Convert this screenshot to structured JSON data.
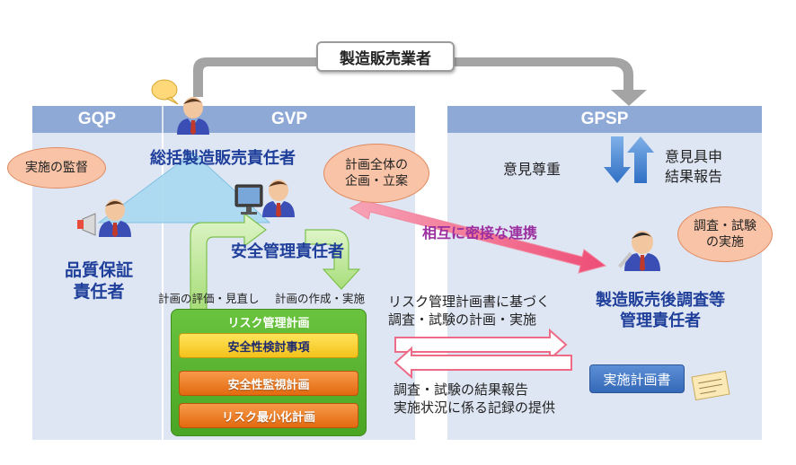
{
  "top": {
    "mah_label": "製造販売業者"
  },
  "headers": {
    "gqp": "GQP",
    "gvp": "GVP",
    "gpsp": "GPSP"
  },
  "bubbles": {
    "supervise": "実施の監督",
    "plan_overall": "計画全体の\n企画・立案",
    "survey_exec": "調査・試験\nの実施"
  },
  "roles": {
    "general_manager": "総括製造販売責任者",
    "safety_manager": "安全管理責任者",
    "qa_manager": "品質保証\n責任者",
    "pms_manager": "製造販売後調査等\n管理責任者"
  },
  "labels": {
    "respect": "意見尊重",
    "opinion": "意見具申\n結果報告",
    "cooperation": "相互に密接な連携",
    "eval_review": "計画の評価・見直し",
    "create_exec": "計画の作成・実施",
    "based_on_rmp": "リスク管理計画書に基づく\n調査・試験の計画・実施",
    "report": "調査・試験の結果報告\n実施状況に係る記録の提供",
    "impl_plan": "実施計画書"
  },
  "rmp": {
    "title": "リスク管理計画",
    "items": [
      "安全性検討事項",
      "安全性監視計画",
      "リスク最小化計画"
    ]
  },
  "colors": {
    "panel": "#dfe6f3",
    "header": "#8fa9d6",
    "role_text": "#1f3f9b",
    "bubble": "#f8c3a6",
    "cooperation_arrow": "#f36c8a",
    "cooperation_text": "#9b2fa0"
  },
  "icons": [
    "person-icon",
    "megaphone-icon",
    "computer-monitor-icon",
    "pen-icon",
    "clipboard-icon"
  ]
}
